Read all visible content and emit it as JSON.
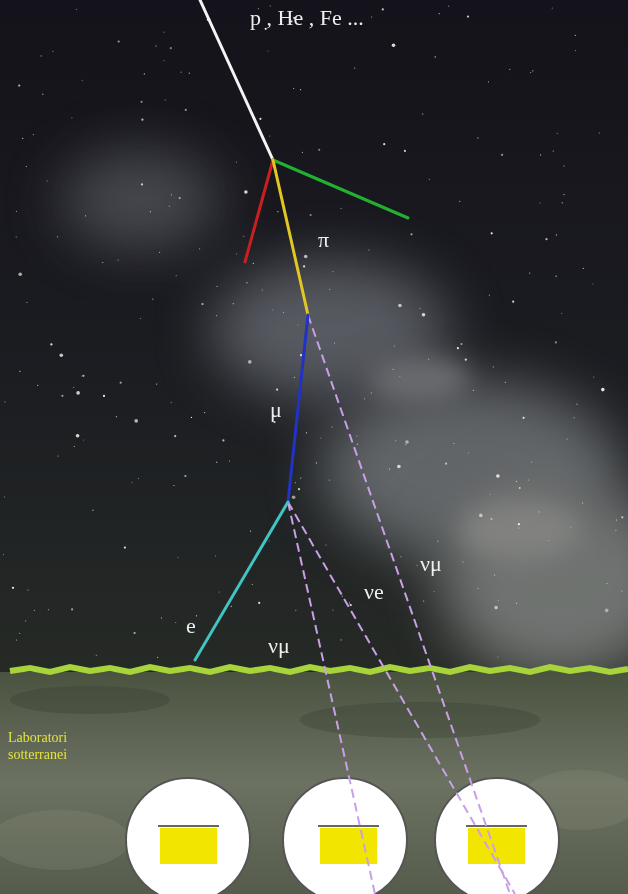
{
  "diagram": {
    "labels": [
      "p , He , Fe ...",
      "π",
      "μ",
      "νμ",
      "νe",
      "e",
      "νμ",
      "Laboratori sotterranei"
    ]
  }
}
